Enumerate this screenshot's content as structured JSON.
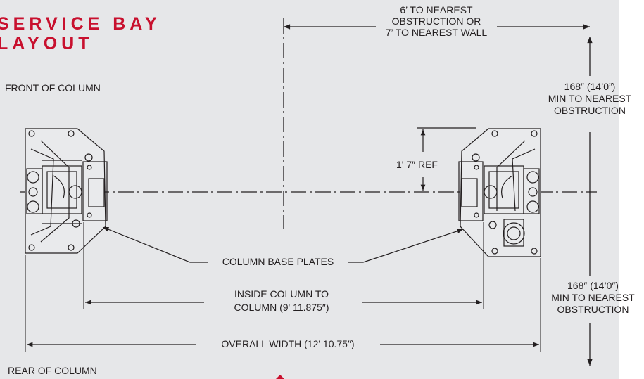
{
  "title": {
    "line1": "SERVICE BAY",
    "line2": "LAYOUT"
  },
  "labels": {
    "front_of_column": "FRONT OF COLUMN",
    "rear_of_column": "REAR OF COLUMN",
    "nearest_obstruction_1": "6’ TO NEAREST",
    "nearest_obstruction_2": "OBSTRUCTION OR",
    "nearest_obstruction_3": "7’ TO NEAREST WALL",
    "front_clearance_1": "168″ (14’0”)",
    "front_clearance_2": "MIN TO NEAREST",
    "front_clearance_3": "OBSTRUCTION",
    "rear_clearance_1": "168″ (14’0″)",
    "rear_clearance_2": "MIN TO NEAREST",
    "rear_clearance_3": "OBSTRUCTION",
    "ref_dimension": "1' 7″ REF",
    "column_base_plates": "COLUMN BASE PLATES",
    "inside_column_1": "INSIDE COLUMN TO",
    "inside_column_2": "COLUMN (9' 11.875″)",
    "overall_width": "OVERALL WIDTH (12' 10.75″)"
  },
  "colors": {
    "title": "#c8102e",
    "line": "#231f20",
    "background": "#e6e7e9"
  }
}
